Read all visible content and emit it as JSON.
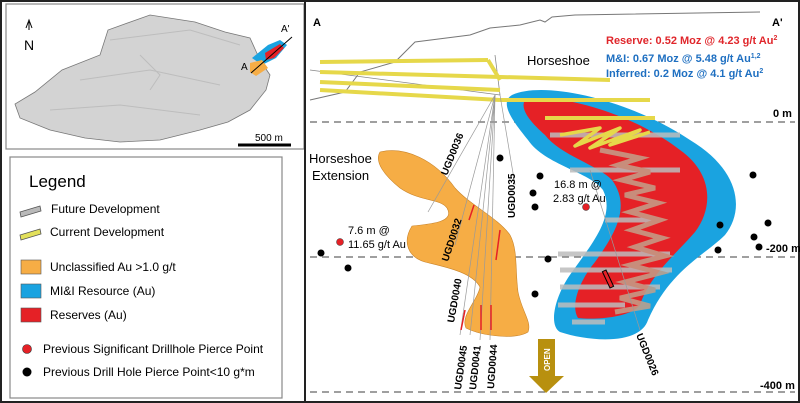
{
  "inset_map": {
    "north_label": "N",
    "section_start": "A",
    "section_end": "A'",
    "scale_label": "500 m"
  },
  "legend": {
    "title": "Legend",
    "items": [
      {
        "label": "Future Development",
        "color": "#b9b9b9"
      },
      {
        "label": "Current Development",
        "color": "#e2e05a"
      },
      {
        "label": "Unclassified Au >1.0 g/t",
        "color": "#f6ad45"
      },
      {
        "label": "MI&I Resource (Au)",
        "color": "#1aa3e0"
      },
      {
        "label": "Reserves (Au)",
        "color": "#e52126"
      },
      {
        "label": "Previous Significant Drillhole Pierce Point",
        "color": "#e52126"
      },
      {
        "label": "Previous Drill Hole Pierce Point<10 g*m",
        "color": "#000000"
      }
    ]
  },
  "section": {
    "start_label": "A",
    "end_label": "A'",
    "zones": {
      "horseshoe": "Horseshoe",
      "extension_line1": "Horseshoe",
      "extension_line2": "Extension"
    },
    "stats": {
      "reserve": {
        "text": "Reserve: 0.52 Moz @ 4.23 g/t Au",
        "sup": "2",
        "color": "#e0262b"
      },
      "mi": {
        "text": "M&I: 0.67 Moz @ 5.48 g/t Au",
        "sup": "1,2",
        "color": "#1e6fc1"
      },
      "inferred": {
        "text": "Inferred: 0.2 Moz @ 4.1 g/t Au",
        "sup": "2",
        "color": "#1e6fc1"
      }
    },
    "elevations": [
      "0 m",
      "-200 m",
      "-400 m"
    ],
    "intercepts": [
      {
        "line1": "7.6 m @",
        "line2": "11.65 g/t Au"
      },
      {
        "line1": "16.8 m @",
        "line2": "2.83 g/t Au"
      }
    ],
    "drillholes": [
      "UGD0036",
      "UGD0035",
      "UGD0032",
      "UGD0040",
      "UGD0045",
      "UGD0041",
      "UGD0044",
      "UGD0026"
    ],
    "open_label": "OPEN"
  }
}
